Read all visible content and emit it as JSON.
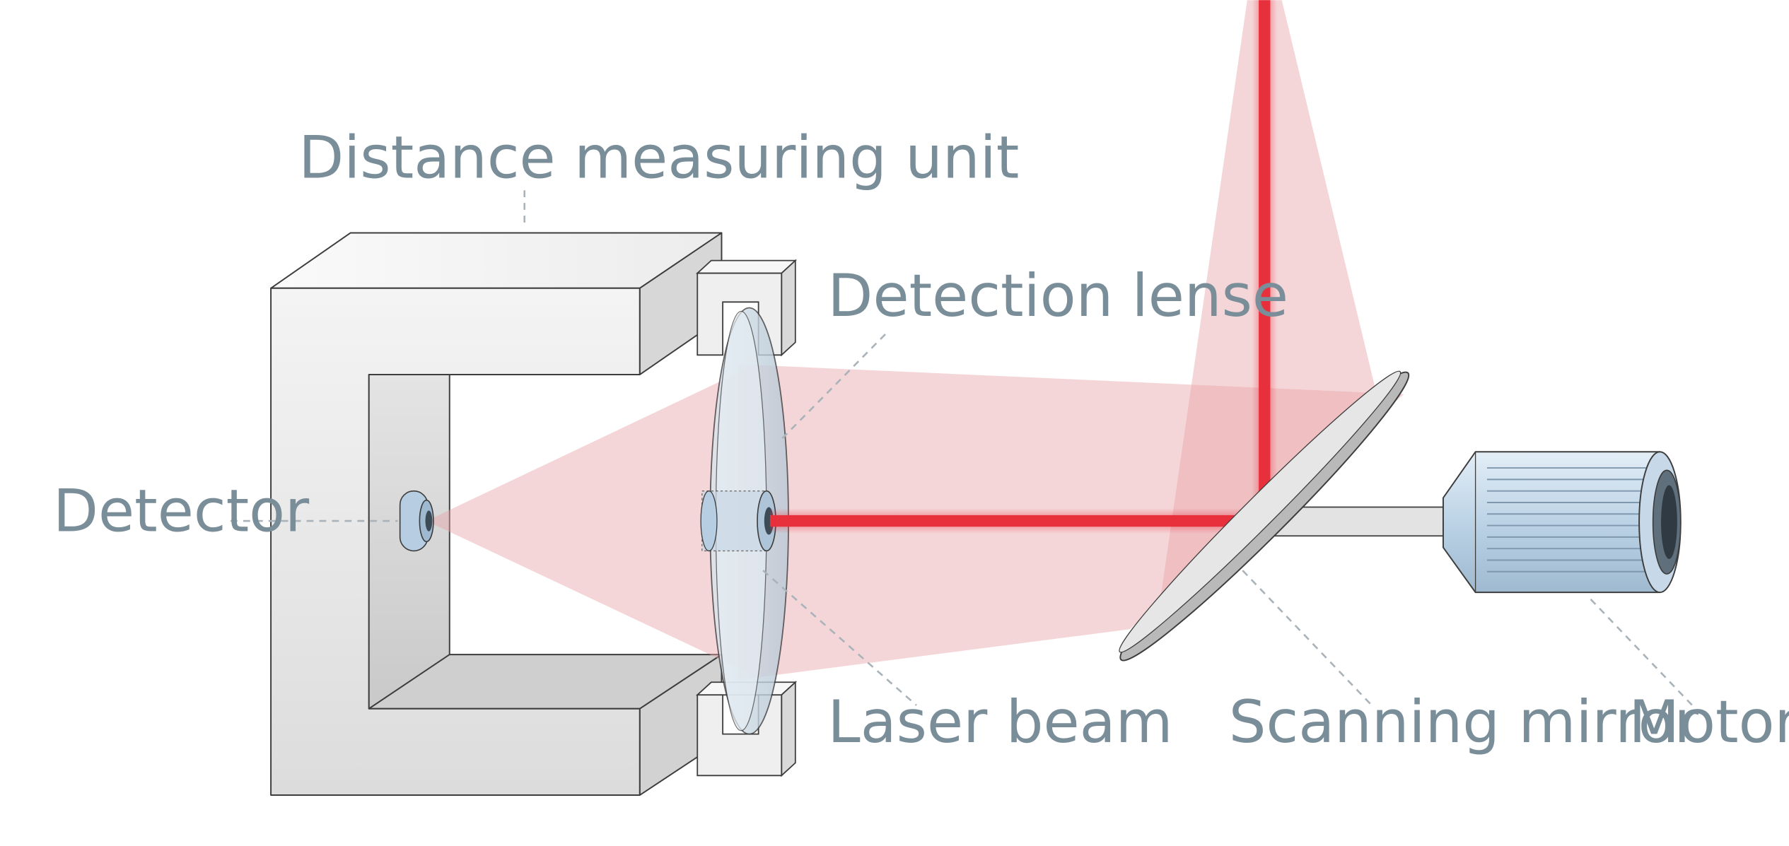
{
  "labels": {
    "distance_measuring_unit": "Distance measuring unit",
    "detection_lense": "Detection lense",
    "detector": "Detector",
    "laser_beam": "Laser beam",
    "scanning_mirror": "Scanning mirror",
    "motor": "Motor"
  },
  "colors": {
    "label_text": "#7a8e9a",
    "leader_line": "#a9b3b9",
    "housing_light": "#f2f2f2",
    "housing_dark": "#d4d4d4",
    "outline": "#3d3d3d",
    "laser": "#e8303c",
    "laser_cone": "#e8a4a8",
    "optic_blue": "#bcd3e6"
  }
}
